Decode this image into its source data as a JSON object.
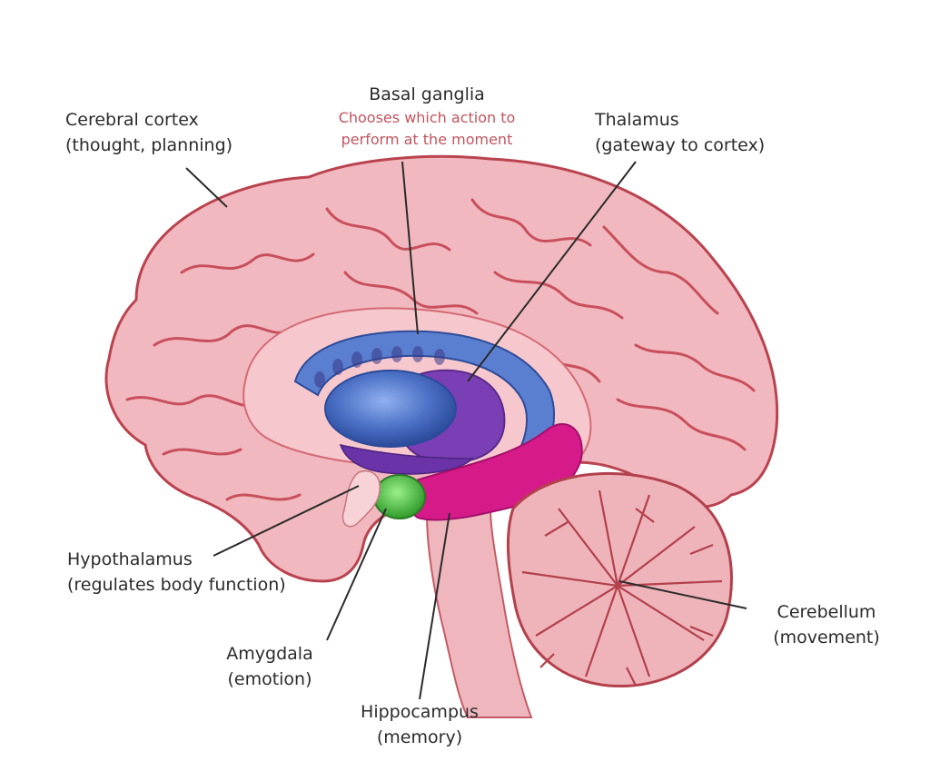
{
  "labels": {
    "cerebral_cortex": {
      "title": "Cerebral cortex",
      "subtitle": "(thought, planning)"
    },
    "basal_ganglia": {
      "title": "Basal ganglia",
      "subtitle_line1": "Chooses which action to",
      "subtitle_line2": "perform at the moment"
    },
    "thalamus": {
      "title": "Thalamus",
      "subtitle": "(gateway to cortex)"
    },
    "hypothalamus": {
      "title": "Hypothalamus",
      "subtitle": "(regulates body function)"
    },
    "amygdala": {
      "title": "Amygdala",
      "subtitle": "(emotion)"
    },
    "hippocampus": {
      "title": "Hippocampus",
      "subtitle": "(memory)"
    },
    "cerebellum": {
      "title": "Cerebellum",
      "subtitle": "(movement)"
    }
  },
  "colors": {
    "cortex": "#f2b8bf",
    "cortex_outline": "#b9434f",
    "fold_lines": "#c8505c",
    "basal_ganglia": "#4a6fc4",
    "thalamus": "#7a3fb5",
    "hippocampus": "#d61a8a",
    "amygdala": "#3fb53f",
    "cerebellum": "#efb4ba",
    "label_text": "#2b2b2b",
    "basal_caption": "#c2545e",
    "leader_lines": "#2b2b2b"
  }
}
